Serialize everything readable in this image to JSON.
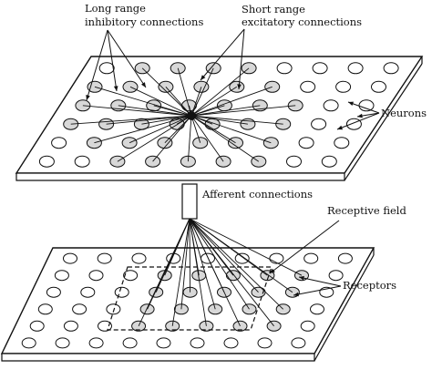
{
  "labels": {
    "long_range": "Long range",
    "inhibitory": "inhibitory connections",
    "short_range": "Short range",
    "excitatory": "excitatory connections",
    "neurons": "Neurons",
    "afferent": "Afferent connections",
    "receptive_field": "Receptive field",
    "receptors": "Receptors"
  },
  "colors": {
    "ink": "#111111",
    "plate_fill": "#ffffff",
    "connection_fill": "#d8d8d8"
  }
}
